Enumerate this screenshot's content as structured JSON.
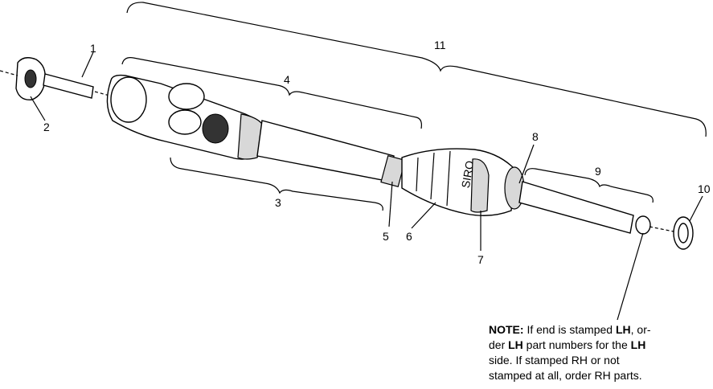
{
  "callouts": [
    {
      "id": "1",
      "text": "1"
    },
    {
      "id": "2",
      "text": "2"
    },
    {
      "id": "3",
      "text": "3"
    },
    {
      "id": "4",
      "text": "4"
    },
    {
      "id": "5",
      "text": "5"
    },
    {
      "id": "6",
      "text": "6"
    },
    {
      "id": "7",
      "text": "7"
    },
    {
      "id": "8",
      "text": "8"
    },
    {
      "id": "9",
      "text": "9"
    },
    {
      "id": "10",
      "text": "10"
    },
    {
      "id": "11",
      "text": "11"
    }
  ],
  "note": {
    "heading": "NOTE:",
    "line1": "If end is stamped ",
    "lh1": "LH",
    "line1b": ", or-",
    "line2a": "der ",
    "lh2": "LH",
    "line2b": " part numbers for the ",
    "lh3": "LH",
    "line3": "side.  If stamped RH or not",
    "line4": "stamped at all, order RH parts."
  },
  "boot_stamp": "SIRO"
}
